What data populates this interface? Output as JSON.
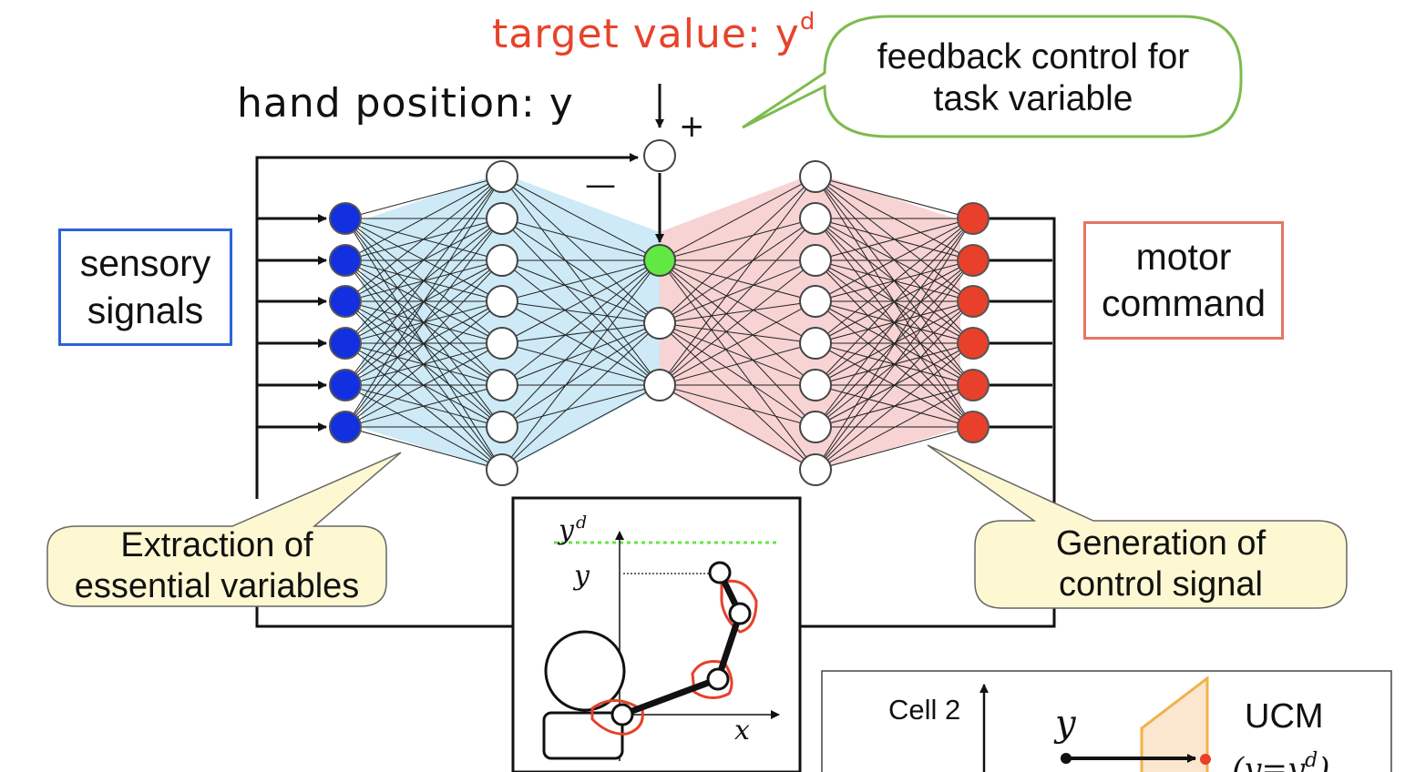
{
  "target_label": "target value: y",
  "target_sup": "d",
  "hand_label": "hand position: y",
  "plus_sign": "+",
  "minus_sign": "—",
  "sensory_lines": [
    "sensory",
    "signals"
  ],
  "motor_lines": [
    "motor",
    "command"
  ],
  "feedback_lines": [
    "feedback control for",
    "task variable"
  ],
  "extraction_lines": [
    "Extraction of",
    "essential variables"
  ],
  "generation_lines": [
    "Generation of",
    "control signal"
  ],
  "arm_inset": {
    "yd_label": "y",
    "yd_sup": "d",
    "y_label": "y",
    "x_label": "x"
  },
  "ucm_inset": {
    "axis_label": "Cell 2",
    "y_label": "y",
    "ucm_label": "UCM",
    "ucm_formula": "(y=y",
    "ucm_formula_sup": "d",
    "ucm_formula_end": ")"
  },
  "colors": {
    "sensory_node": "#1230e0",
    "motor_node": "#e8402a",
    "output_node": "#62e842",
    "encoder_fill": "#cdeaf6",
    "decoder_fill": "#f7d3d3",
    "target_text": "#e8432b",
    "callout_fill": "#fdf8d2",
    "feedback_border": "#7dbb4e",
    "ucm_fill": "#fbe6cf",
    "ucm_border": "#f0b24a"
  },
  "nodes": {
    "input_count": 6,
    "hidden1_count": 8,
    "bottleneck_count": 3,
    "hidden2_count": 8,
    "output_count": 6
  }
}
